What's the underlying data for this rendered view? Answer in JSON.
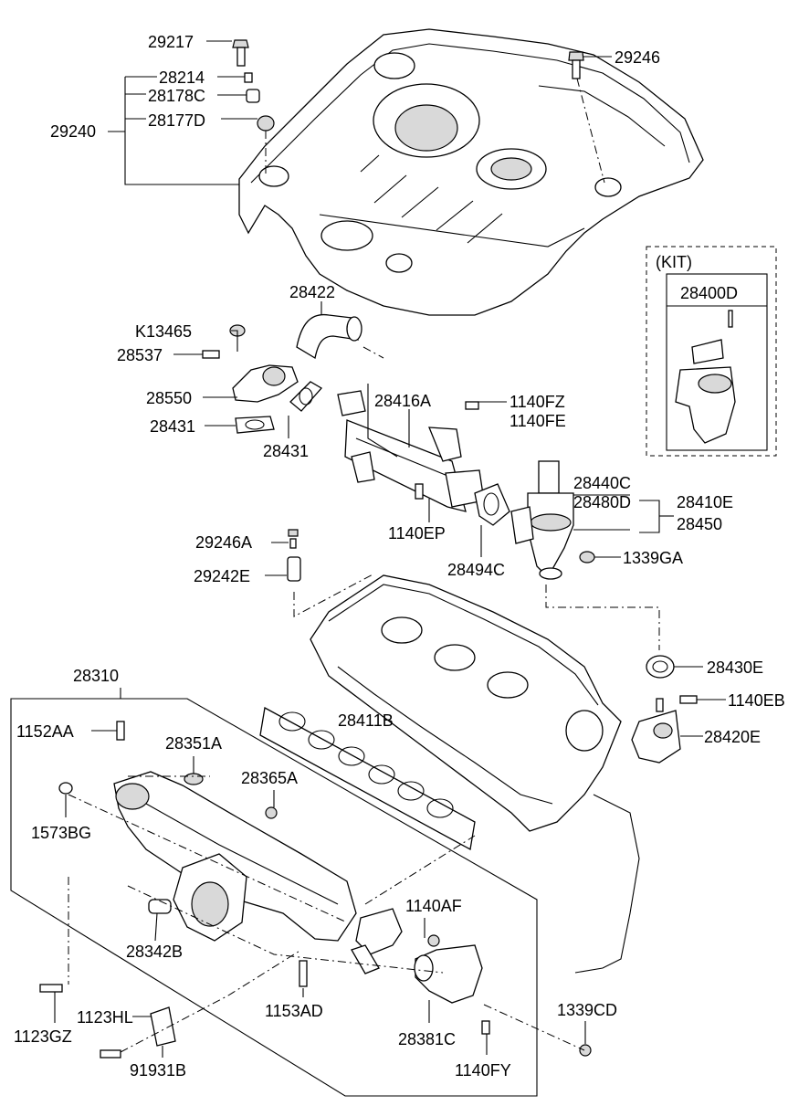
{
  "labels": {
    "p29217": "29217",
    "p28214": "28214",
    "p28178C": "28178C",
    "p29240": "29240",
    "p28177D": "28177D",
    "p29246": "29246",
    "pKIT": "(KIT)",
    "p28400D": "28400D",
    "p28422": "28422",
    "pK13465": "K13465",
    "p28537": "28537",
    "p28550": "28550",
    "p28431a": "28431",
    "p28431b": "28431",
    "p28416A": "28416A",
    "p1140FZ": "1140FZ",
    "p1140FE": "1140FE",
    "p28440C": "28440C",
    "p28480D": "28480D",
    "p28410E": "28410E",
    "p28450": "28450",
    "p1140EP": "1140EP",
    "p28494C": "28494C",
    "p1339GA": "1339GA",
    "p29246A": "29246A",
    "p29242E": "29242E",
    "p28310": "28310",
    "p28430E": "28430E",
    "p1140EB": "1140EB",
    "p1152AA": "1152AA",
    "p28351A": "28351A",
    "p28411B": "28411B",
    "p28420E": "28420E",
    "p28365A": "28365A",
    "p1573BG": "1573BG",
    "p1140AF": "1140AF",
    "p28342B": "28342B",
    "p1153AD": "1153AD",
    "p1339CD": "1339CD",
    "p1123HL": "1123HL",
    "p1123GZ": "1123GZ",
    "p28381C": "28381C",
    "p91931B": "91931B",
    "p1140FY": "1140FY"
  }
}
